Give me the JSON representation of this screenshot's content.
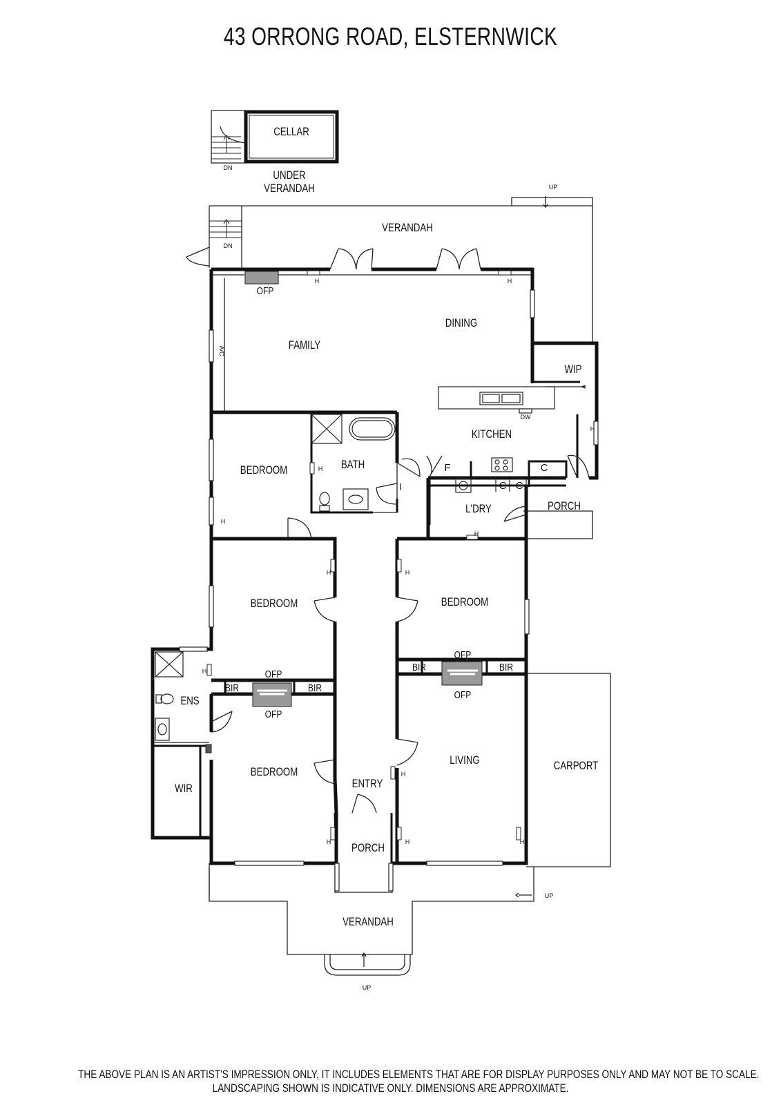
{
  "title": "43 ORRONG ROAD, ELSTERNWICK",
  "rooms": {
    "cellar": "CELLAR",
    "under_verandah_1": "UNDER",
    "under_verandah_2": "VERANDAH",
    "verandah_rear": "VERANDAH",
    "family": "FAMILY",
    "dining": "DINING",
    "wip": "WIP",
    "kitchen": "KITCHEN",
    "bedroom_1": "BEDROOM",
    "bath": "BATH",
    "laundry": "L'DRY",
    "porch_side": "PORCH",
    "bedroom_2": "BEDROOM",
    "bedroom_3": "BEDROOM",
    "bedroom_4": "BEDROOM",
    "ens": "ENS",
    "wir": "WIR",
    "living": "LIVING",
    "carport": "CARPORT",
    "entry": "ENTRY",
    "porch_front": "PORCH",
    "verandah_front": "VERANDAH"
  },
  "fixtures": {
    "ofp": "OFP",
    "bir": "BIR",
    "heater": "H",
    "fridge": "F",
    "cupboard": "C",
    "dishwasher": "DW",
    "aircon": "A/C",
    "stairs_up": "UP",
    "stairs_down": "DN"
  },
  "disclaimer": {
    "line1": "THE ABOVE PLAN IS AN ARTIST'S IMPRESSION ONLY, IT INCLUDES ELEMENTS THAT ARE FOR DISPLAY PURPOSES ONLY AND MAY NOT BE TO SCALE.",
    "line2": "LANDSCAPING SHOWN IS INDICATIVE ONLY. DIMENSIONS ARE APPROXIMATE."
  }
}
